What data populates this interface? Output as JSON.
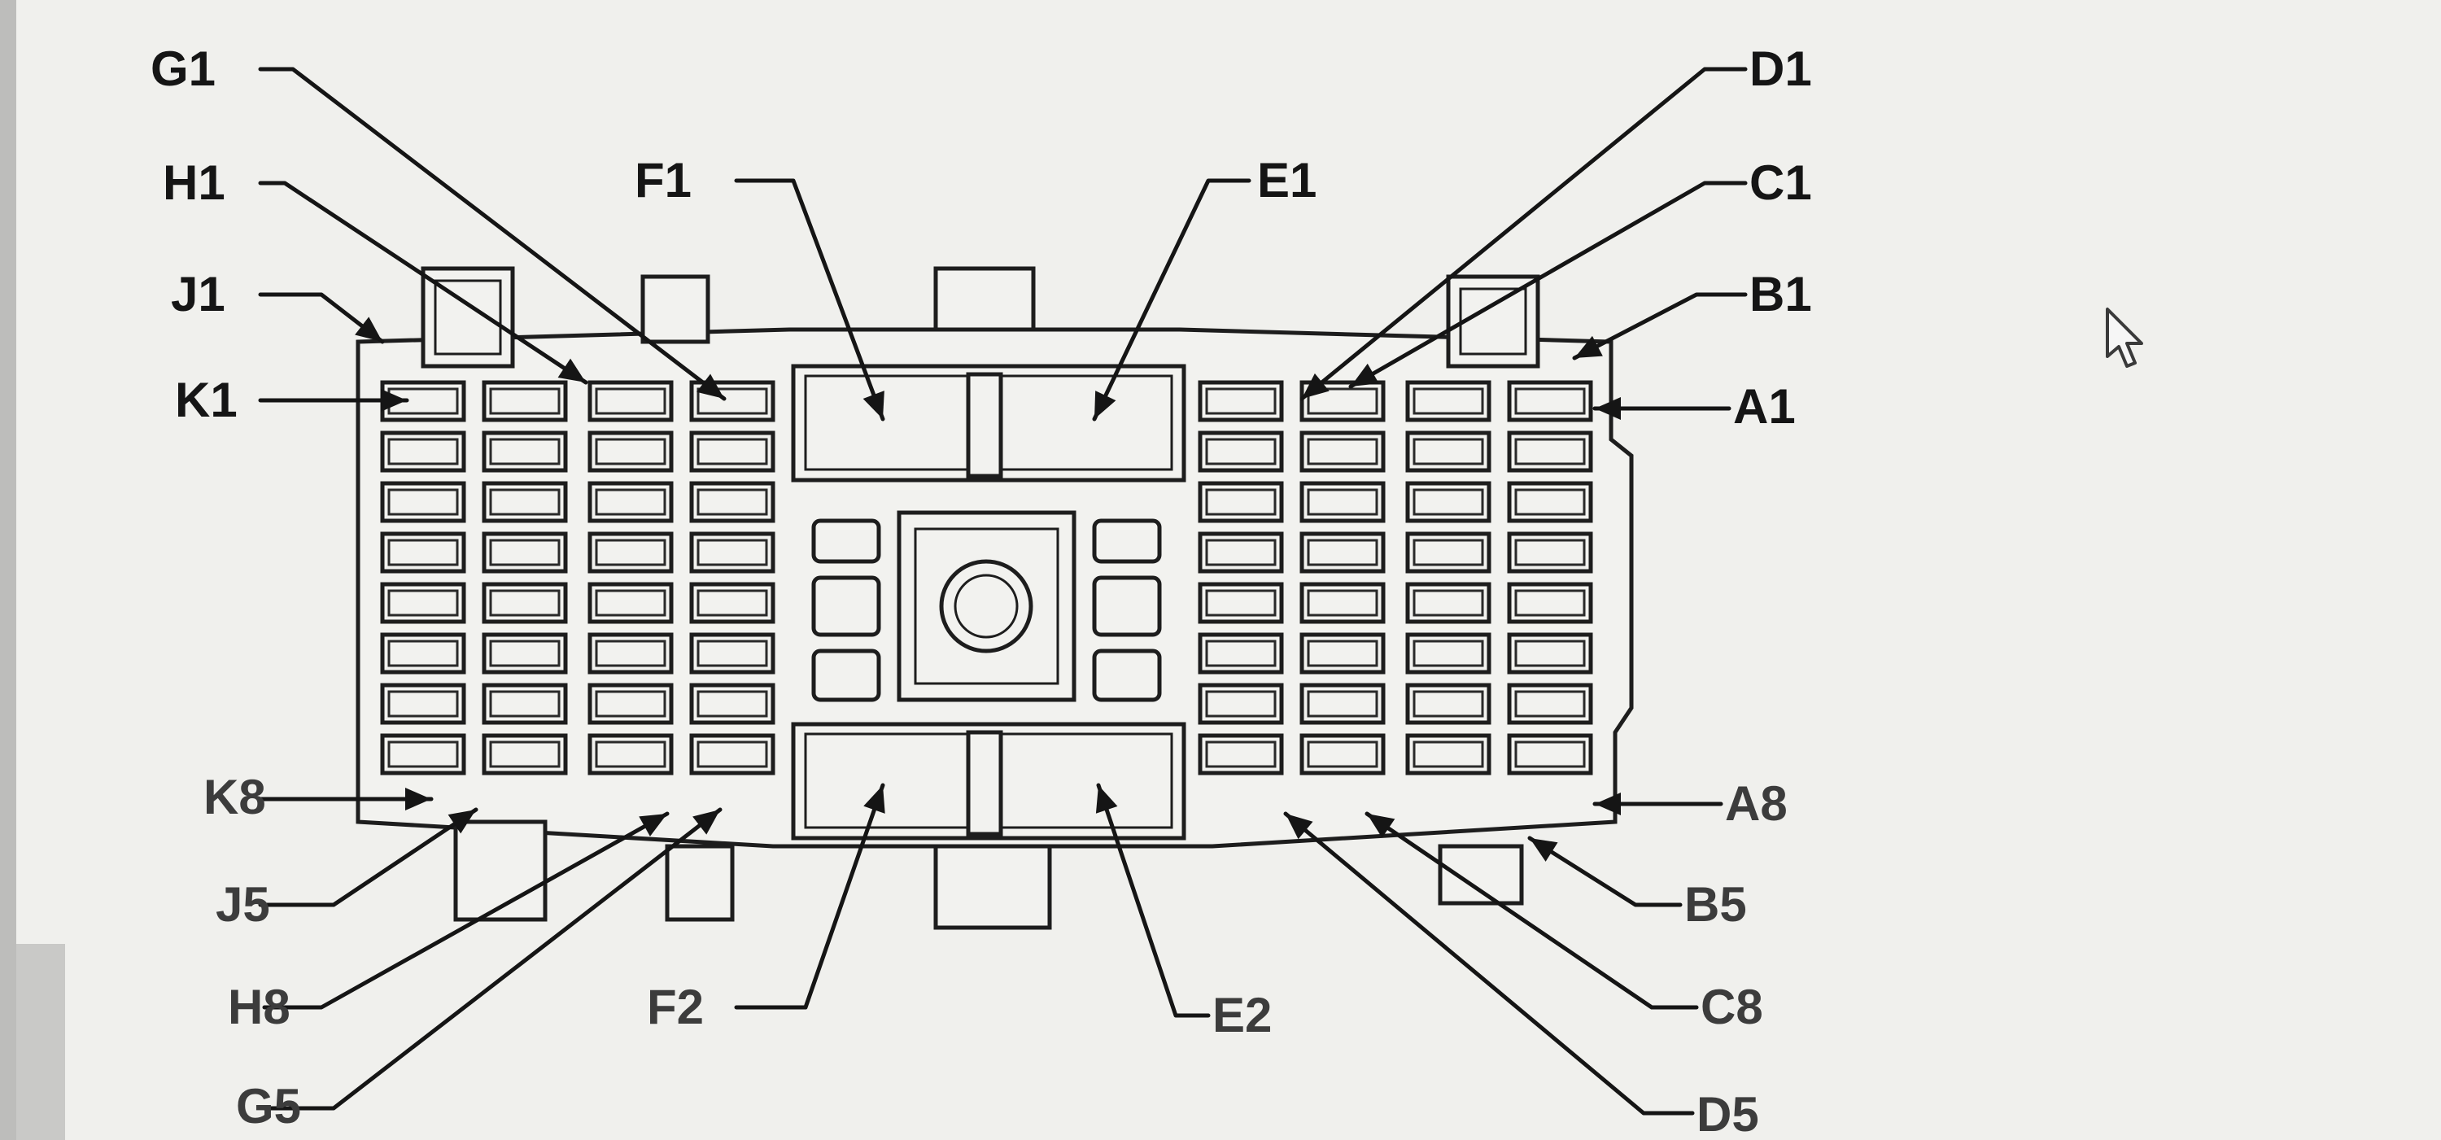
{
  "labels": {
    "G1": "G1",
    "H1": "H1",
    "J1": "J1",
    "K1": "K1",
    "F1": "F1",
    "E1": "E1",
    "D1": "D1",
    "C1": "C1",
    "B1": "B1",
    "A1": "A1",
    "K8": "K8",
    "J5": "J5",
    "H8": "H8",
    "G5": "G5",
    "F2": "F2",
    "E2": "E2",
    "A8": "A8",
    "B5": "B5",
    "C8": "C8",
    "D5": "D5"
  },
  "icons": {
    "cursor": "mouse-pointer-icon"
  },
  "colors": {
    "ink": "#151515",
    "paper": "#f2f2ef",
    "background": "#d8d8d6"
  }
}
